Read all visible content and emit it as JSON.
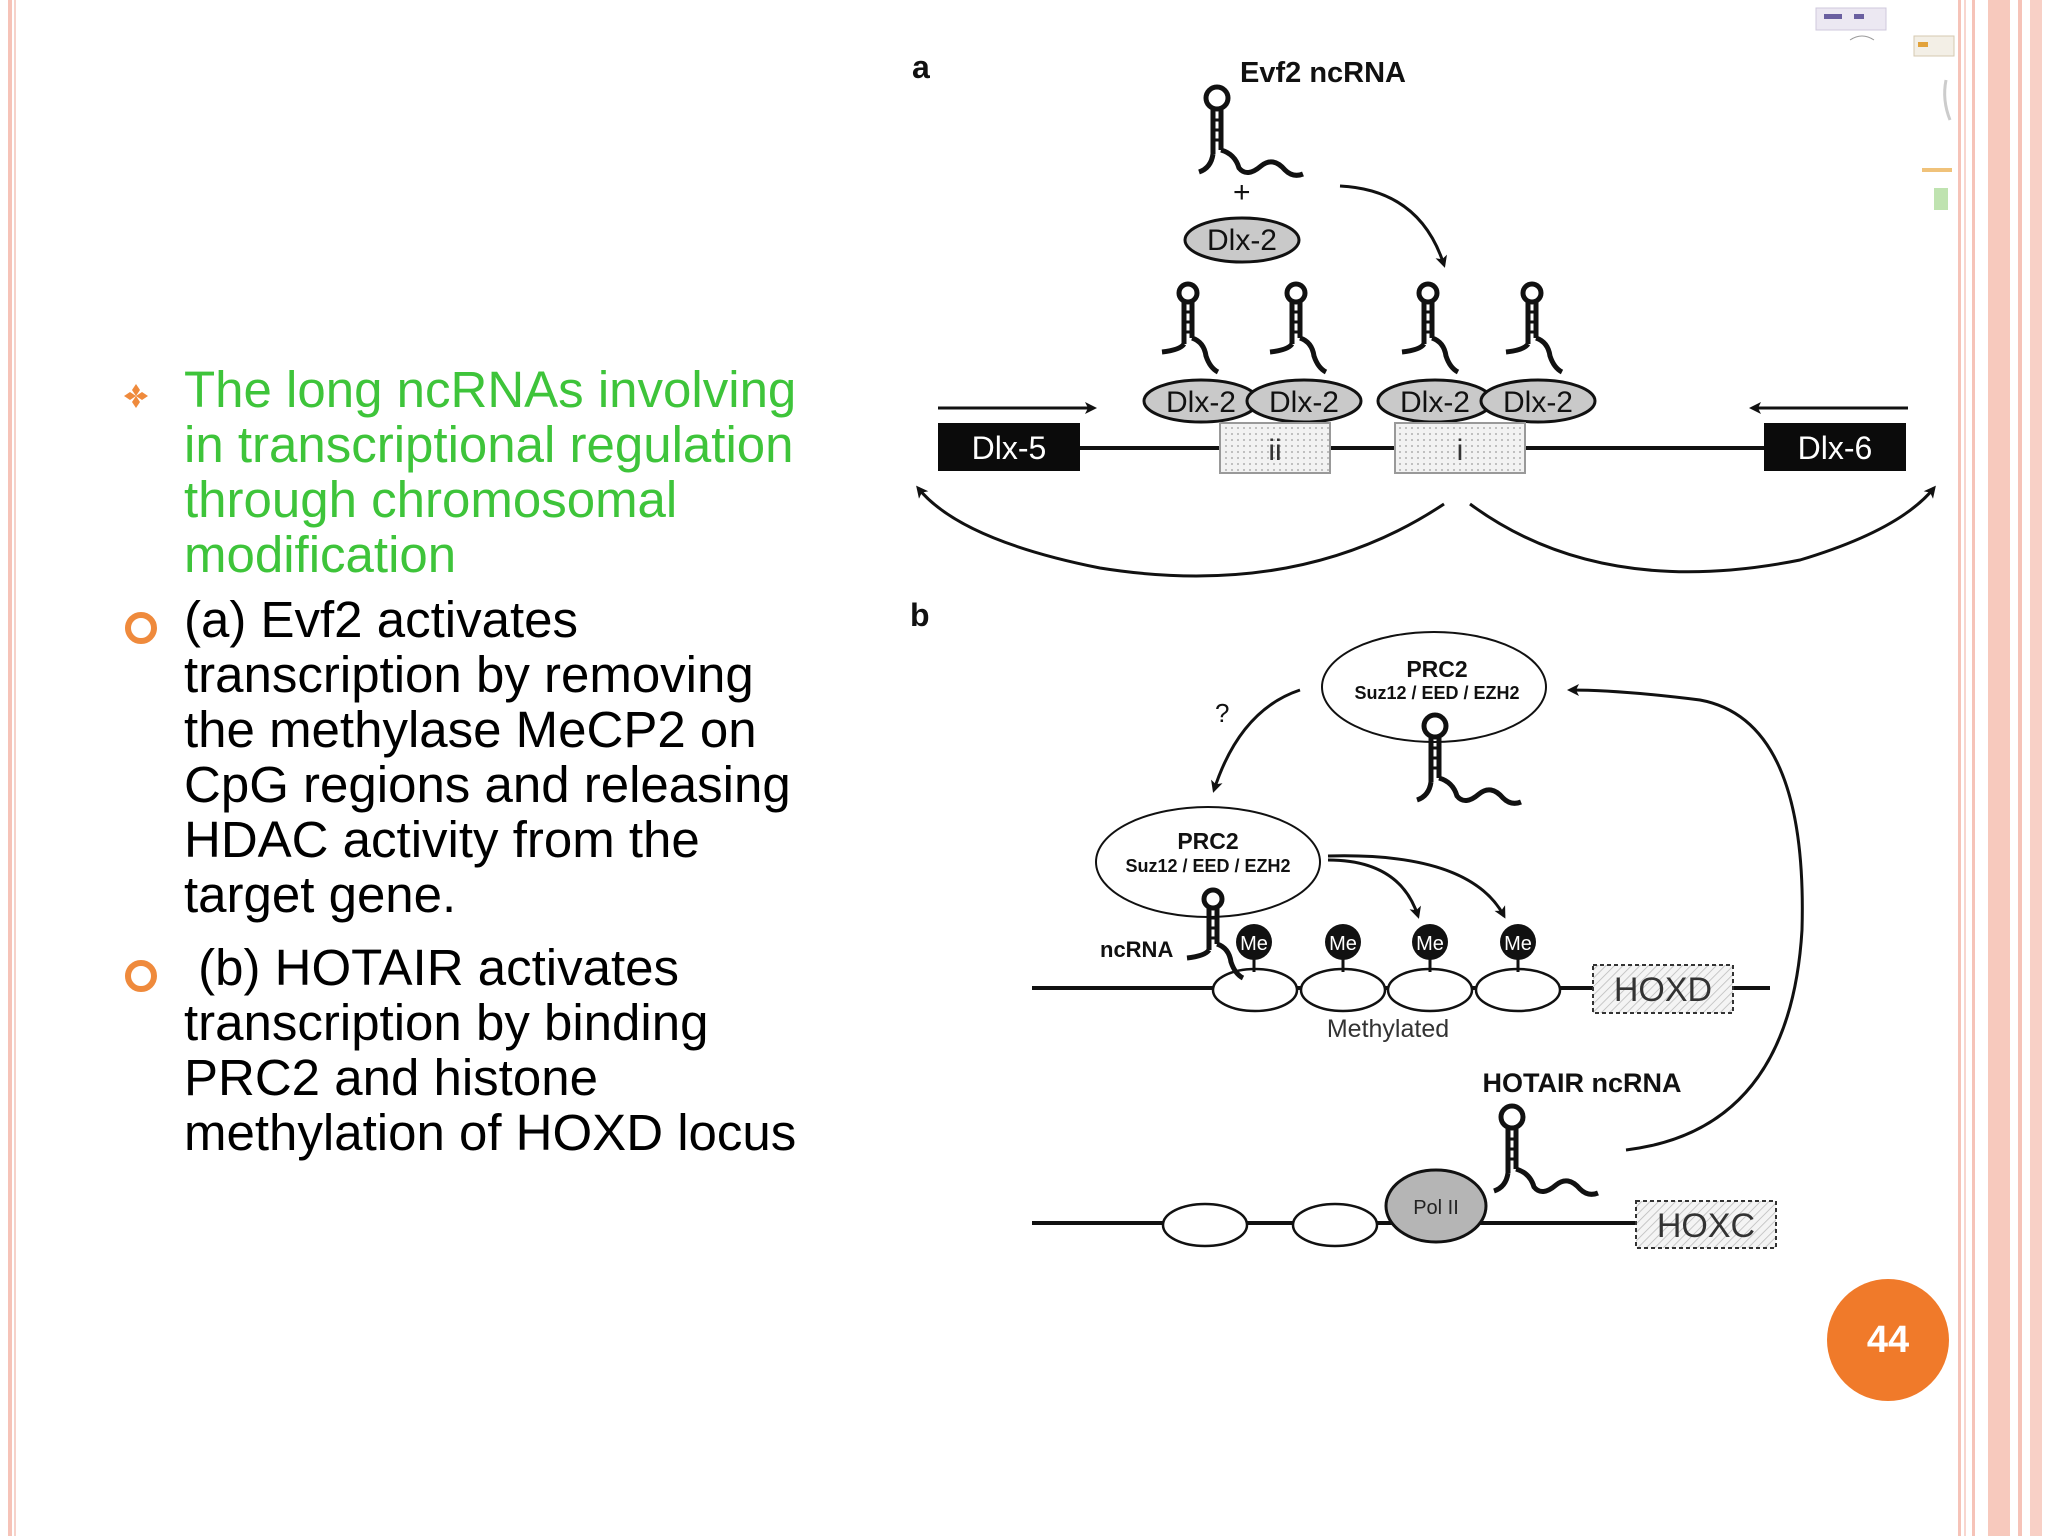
{
  "slide": {
    "bullets": [
      {
        "text": "The long ncRNAs involving in transcriptional regulation through chromosomal modification",
        "lines": [
          "The long ncRNAs involving",
          "in transcriptional regulation",
          "through chromosomal",
          "modification"
        ]
      },
      {
        "text": "(a) Evf2 activates transcription by removing the methylase MeCP2 on CpG regions and releasing HDAC activity from the target gene.",
        "lines": [
          "(a) Evf2 activates",
          "transcription by removing",
          "the methylase MeCP2 on",
          "CpG regions and releasing",
          "HDAC activity from the",
          "target gene."
        ]
      },
      {
        "text": " (b) HOTAIR activates transcription by binding PRC2 and histone methylation of HOXD locus",
        "lines": [
          " (b) HOTAIR activates",
          "transcription by binding",
          "PRC2 and histone",
          "methylation of HOXD locus"
        ]
      }
    ],
    "page_number": "44",
    "colors": {
      "highlight_text": "#3ec43a",
      "accent": "#f07a2a",
      "border": "#f6c3b8"
    }
  },
  "figure": {
    "panel_a": {
      "label": "a",
      "title": "Evf2 ncRNA",
      "plus": "+",
      "protein": "Dlx-2",
      "gene_left": "Dlx-5",
      "gene_right": "Dlx-6",
      "region_ii": "ii",
      "region_i": "i"
    },
    "panel_b": {
      "label": "b",
      "complex": "PRC2",
      "subunits": "Suz12 / EED / EZH2",
      "question": "?",
      "ncrna": "ncRNA",
      "me": "Me",
      "methylated": "Methylated",
      "gene_d": "HOXD",
      "hotair": "HOTAIR ncRNA",
      "pol": "Pol II",
      "gene_c": "HOXC"
    }
  }
}
